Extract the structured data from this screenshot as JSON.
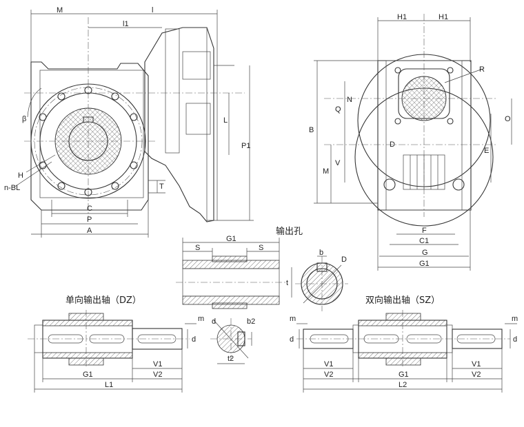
{
  "labels": {
    "M": "M",
    "l": "l",
    "l1": "l1",
    "H1a": "H1",
    "H1b": "H1",
    "R": "R",
    "beta": "β",
    "N": "N",
    "Q": "Q",
    "O": "O",
    "B": "B",
    "L": "L",
    "P1": "P1",
    "D_front": "D",
    "E": "E",
    "H": "H",
    "nBL": "n-BL",
    "T": "T",
    "Mside": "M",
    "V": "V",
    "C": "C",
    "P": "P",
    "A": "A",
    "F": "F",
    "C1": "C1",
    "G": "G",
    "G1_side": "G1",
    "G1_hole": "G1",
    "S_left": "S",
    "S_right": "S",
    "b_key": "b",
    "D_key": "D",
    "t_key": "t",
    "m_dz": "m",
    "d_dz": "d",
    "sec_d": "d",
    "sec_b2": "b2",
    "sec_t2": "t2",
    "V1_dz": "V1",
    "G1_dz": "G1",
    "V2_dz": "V2",
    "L1_dz": "L1",
    "m_sz_l": "m",
    "d_sz_l": "d",
    "m_sz_r": "m",
    "d_sz_r": "d",
    "V1_sz_l": "V1",
    "V2_sz_l": "V2",
    "G1_sz": "G1",
    "V1_sz_r": "V1",
    "V2_sz_r": "V2",
    "L2_sz": "L2"
  },
  "captions": {
    "output_hole": "输出孔",
    "single_shaft": "单向输出轴（DZ）",
    "double_shaft": "双向输出轴（SZ）"
  }
}
